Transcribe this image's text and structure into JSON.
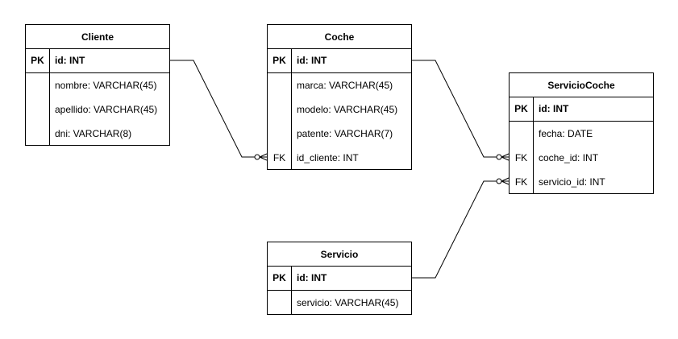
{
  "entities": {
    "cliente": {
      "title": "Cliente",
      "pk_label": "PK",
      "pk_column": "id: INT",
      "attributes": [
        {
          "key": "",
          "column": "nombre: VARCHAR(45)"
        },
        {
          "key": "",
          "column": "apellido: VARCHAR(45)"
        },
        {
          "key": "",
          "column": "dni: VARCHAR(8)"
        }
      ]
    },
    "coche": {
      "title": "Coche",
      "pk_label": "PK",
      "pk_column": "id: INT",
      "attributes": [
        {
          "key": "",
          "column": "marca: VARCHAR(45)"
        },
        {
          "key": "",
          "column": "modelo: VARCHAR(45)"
        },
        {
          "key": "",
          "column": "patente: VARCHAR(7)"
        },
        {
          "key": "FK",
          "column": "id_cliente: INT"
        }
      ]
    },
    "servicio_coche": {
      "title": "ServicioCoche",
      "pk_label": "PK",
      "pk_column": "id: INT",
      "attributes": [
        {
          "key": "",
          "column": "fecha: DATE"
        },
        {
          "key": "FK",
          "column": "coche_id: INT"
        },
        {
          "key": "FK",
          "column": "servicio_id: INT"
        }
      ]
    },
    "servicio": {
      "title": "Servicio",
      "pk_label": "PK",
      "pk_column": "id: INT",
      "attributes": [
        {
          "key": "",
          "column": "servicio: VARCHAR(45)"
        }
      ]
    }
  },
  "relationships": [
    {
      "from": "cliente.id",
      "to": "coche.id_cliente",
      "notation": "one-to-zero-or-many"
    },
    {
      "from": "coche.id",
      "to": "servicio_coche.coche_id",
      "notation": "one-to-zero-or-many"
    },
    {
      "from": "servicio.id",
      "to": "servicio_coche.servicio_id",
      "notation": "one-to-zero-or-many"
    }
  ],
  "colors": {
    "line": "#000000",
    "background": "#ffffff"
  }
}
